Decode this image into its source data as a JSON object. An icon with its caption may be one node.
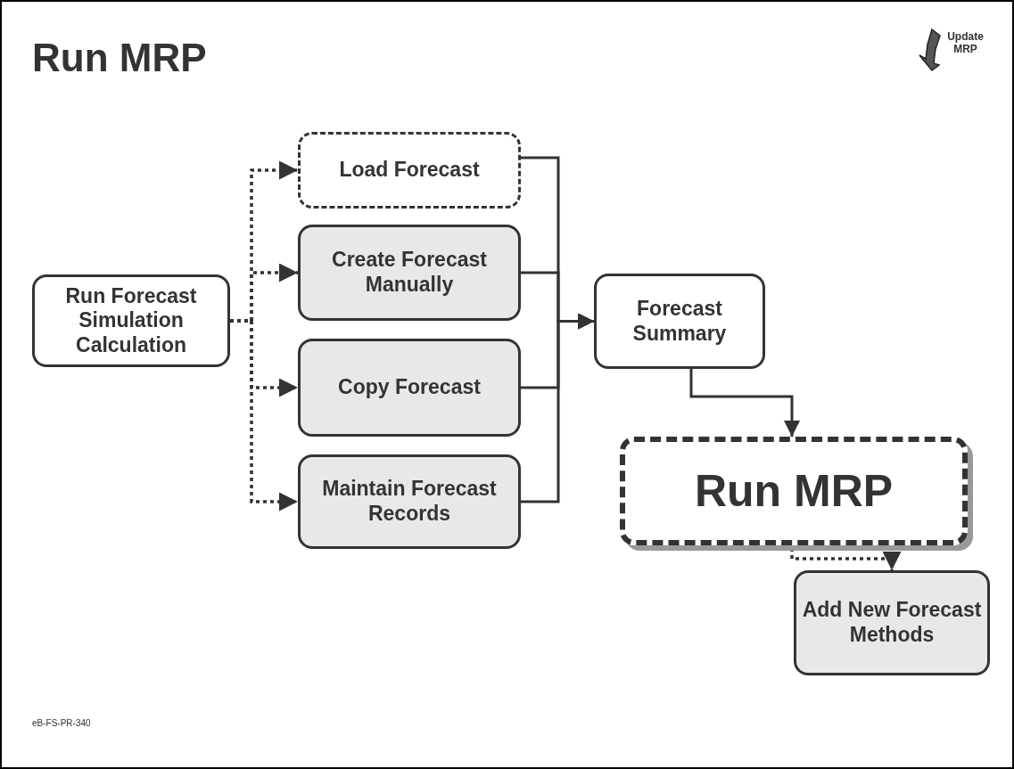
{
  "diagram": {
    "title": "Run MRP",
    "nodes": [
      {
        "text": [
          "Run Forecast Simulation Calculation"
        ]
      },
      {
        "text": [
          "Load Forecast"
        ]
      },
      {
        "text": [
          "Create Forecast Manually"
        ]
      },
      {
        "text": [
          "Copy Forecast"
        ]
      },
      {
        "text": [
          "Maintain Forecast Records"
        ]
      },
      {
        "text": [
          "Forecast Summary"
        ]
      },
      {
        "text": [
          "Run MRP"
        ]
      },
      {
        "text": [
          "Add New Forecast Methods"
        ]
      }
    ],
    "edges": [
      {
        "from": 0,
        "to": 1,
        "arrow": "to",
        "style": "dashed"
      },
      {
        "from": 0,
        "to": 2,
        "arrow": "to",
        "style": "dashed"
      },
      {
        "from": 0,
        "to": 3,
        "arrow": "to",
        "style": "dashed"
      },
      {
        "from": 0,
        "to": 4,
        "arrow": "to",
        "style": "dashed"
      },
      {
        "from": 1,
        "to": 5,
        "arrow": "to"
      },
      {
        "from": 2,
        "to": 5,
        "arrow": "to"
      },
      {
        "from": 3,
        "to": 5,
        "arrow": "to"
      },
      {
        "from": 4,
        "to": 5,
        "arrow": "to"
      },
      {
        "from": 5,
        "to": 6,
        "arrow": "to"
      },
      {
        "from": 6,
        "to": 7,
        "arrow": "to",
        "style": "dashed"
      }
    ],
    "labels": [
      "Update MRP",
      "eB-FS-PR-340"
    ]
  }
}
